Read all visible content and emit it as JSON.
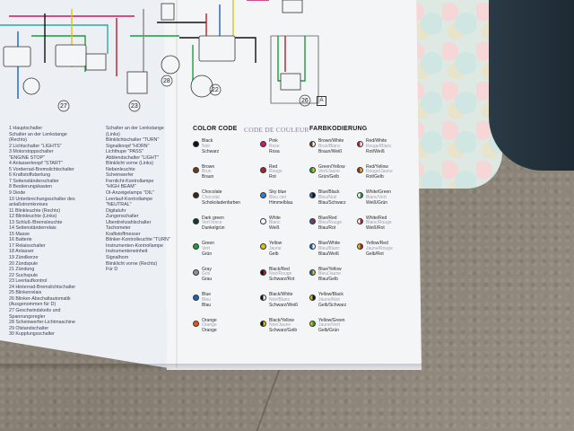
{
  "header": {
    "color_code_en": "COLOR CODE",
    "color_code_fr": "CODE DE COULEUR",
    "color_code_de": "FARBKODIERUNG"
  },
  "diagram_markers": {
    "box_a": "A"
  },
  "legend_left": [
    "1 Hauptschalter",
    "  Schalter an der Lenkstange",
    "  (Rechts)",
    "2 Lichtschalter \"LIGHTS\"",
    "3 Motorstoppschalter",
    "  \"ENGINE STOP\"",
    "4 Anlasserknopf \"START\"",
    "5 Vorderrad-Bremslichtschalter",
    "6 Kraftstoffuberlung",
    "7 Seitenständerschalter",
    "8 Bestierungskasten",
    "9 Diode",
    "10 Unterbrechungsschalter des",
    "   anlaßstromkreises",
    "11 Blinkleuchte (Rechts)",
    "12 Blinkleuchte (Links)",
    "13 Schluß-/Bremsleuchte",
    "14 Seitenständerrelais",
    "15 Masse",
    "16 Batterie",
    "17 Relaisschalter",
    "18 Anlasser",
    "19 Zündkerze",
    "20 Zündspule",
    "21 Zündung",
    "22 Suchspule",
    "23 Leerlaufkontrol",
    "24 Hinterrad-Bremslichtschalter",
    "25 Blinkerrelais",
    "26 Blinker-Abschaltautomatik",
    "   (Ausgenommen für D)",
    "27 Geschwindskeits und",
    "   Spannungsregler",
    "28 Scheinwerfer-Lichtmaschine",
    "29 Ölstandschalter",
    "30 Kupplungsschalter"
  ],
  "legend_right": [
    "Schalter an der Lenkstange",
    "(Links)",
    "Blinklichtschalter \"TURN\"",
    "Signalknopf \"HORN\"",
    "Lichthupe \"PASS\"",
    "Abblendschalter \"LIGHT\"",
    "Blinklicht vorne (Links)",
    "Nebenleuchte",
    "Scheinwerfer",
    "Fernlicht-Kontrollampe",
    "\"HIGH BEAM\"",
    "Öl-Anzeigelamps \"OIL\"",
    "Leerlauf-Kontrollampe",
    "\"NEUTRAL\"",
    "Digitaluhr",
    "Zungenschalter",
    "Überdrehzahlschalter",
    "Tachometer",
    "Kraftstoffmesser",
    "Blinker-Kontrolleuchte \"TURN\"",
    "Instrumenten-Kontrollampe",
    "Instrumenteneinheit",
    "Signalhorn",
    "Blinklicht vorne (Rechts)",
    "Für D"
  ],
  "color_codes": [
    {
      "en": "Black",
      "fr": "Noir",
      "de": "Schwarz",
      "c1": "#111111",
      "c2": "#111111"
    },
    {
      "en": "Brown",
      "fr": "Brun",
      "de": "Braun",
      "c1": "#6a3b22",
      "c2": "#6a3b22"
    },
    {
      "en": "Chocolate",
      "fr": "Chocolat",
      "de": "Schokoladenfarben",
      "c1": "#3d2417",
      "c2": "#3d2417"
    },
    {
      "en": "Dark green",
      "fr": "Vert fonce",
      "de": "Dunkelgrün",
      "c1": "#123d2b",
      "c2": "#123d2b"
    },
    {
      "en": "Green",
      "fr": "Vert",
      "de": "Grün",
      "c1": "#1d9c3c",
      "c2": "#1d9c3c"
    },
    {
      "en": "Gray",
      "fr": "Gris",
      "de": "Grau",
      "c1": "#8f9493",
      "c2": "#8f9493"
    },
    {
      "en": "Blue",
      "fr": "Bleu",
      "de": "Blau",
      "c1": "#1a64b4",
      "c2": "#1a64b4"
    },
    {
      "en": "Orange",
      "fr": "Orange",
      "de": "Orange",
      "c1": "#e2571d",
      "c2": "#e2571d"
    },
    {
      "en": "Pink",
      "fr": "Rose",
      "de": "Rosa",
      "c1": "#c81c6e",
      "c2": "#c81c6e"
    },
    {
      "en": "Red",
      "fr": "Rouge",
      "de": "Rot",
      "c1": "#b81e2a",
      "c2": "#b81e2a"
    },
    {
      "en": "Sky blue",
      "fr": "Bleu ciel",
      "de": "Himmelblau",
      "c1": "#2f7fd0",
      "c2": "#2f7fd0"
    },
    {
      "en": "White",
      "fr": "Blanc",
      "de": "Weiß",
      "c1": "#ffffff",
      "c2": "#ffffff"
    },
    {
      "en": "Yellow",
      "fr": "Jaune",
      "de": "Gelb",
      "c1": "#d8c21b",
      "c2": "#d8c21b"
    },
    {
      "en": "Black/Red",
      "fr": "Noir/Rouge",
      "de": "Schwarz/Rot",
      "c1": "#111111",
      "c2": "#b81e2a"
    },
    {
      "en": "Black/White",
      "fr": "Noir/Blanc",
      "de": "Schwarz/Weiß",
      "c1": "#111111",
      "c2": "#ffffff"
    },
    {
      "en": "Black/Yellow",
      "fr": "Noir/Jaune",
      "de": "Schwarz/Gelb",
      "c1": "#111111",
      "c2": "#d8c21b"
    },
    {
      "en": "Brown/White",
      "fr": "Brun/Blanc",
      "de": "Braun/Weiß",
      "c1": "#6a3b22",
      "c2": "#ffffff"
    },
    {
      "en": "Green/Yellow",
      "fr": "Vert/Jaune",
      "de": "Grün/Gelb",
      "c1": "#1d9c3c",
      "c2": "#d8c21b"
    },
    {
      "en": "Blue/Black",
      "fr": "Bleu/Noir",
      "de": "Blau/Schwarz",
      "c1": "#1a64b4",
      "c2": "#111111"
    },
    {
      "en": "Blue/Red",
      "fr": "Bleu/Rouge",
      "de": "Blau/Rot",
      "c1": "#1a64b4",
      "c2": "#b81e2a"
    },
    {
      "en": "Blue/White",
      "fr": "Bleu/Blanc",
      "de": "Blau/Weiß",
      "c1": "#1a64b4",
      "c2": "#ffffff"
    },
    {
      "en": "Blue/Yellow",
      "fr": "Bleu/Jaune",
      "de": "Blau/Gelb",
      "c1": "#1a64b4",
      "c2": "#d8c21b"
    },
    {
      "en": "Yellow/Black",
      "fr": "Jaune/Noir",
      "de": "Gelb/Schwarz",
      "c1": "#d8c21b",
      "c2": "#111111"
    },
    {
      "en": "Yellow/Green",
      "fr": "Jaune/Vert",
      "de": "Gelb/Grün",
      "c1": "#d8c21b",
      "c2": "#1d9c3c"
    },
    {
      "en": "Red/White",
      "fr": "Rouge/Blanc",
      "de": "Rot/Weiß",
      "c1": "#b81e2a",
      "c2": "#ffffff"
    },
    {
      "en": "Red/Yellow",
      "fr": "Rouge/Jaune",
      "de": "Rot/Gelb",
      "c1": "#b81e2a",
      "c2": "#d8c21b"
    },
    {
      "en": "White/Green",
      "fr": "Blanc/Vert",
      "de": "Weiß/Grün",
      "c1": "#ffffff",
      "c2": "#1d9c3c"
    },
    {
      "en": "White/Red",
      "fr": "Blanc/Rouge",
      "de": "Weiß/Rot",
      "c1": "#ffffff",
      "c2": "#b81e2a"
    },
    {
      "en": "Yellow/Red",
      "fr": "Jaune/Rouge",
      "de": "Gelb/Rot",
      "c1": "#d8c21b",
      "c2": "#b81e2a"
    }
  ],
  "diagram_numbers": [
    "27",
    "28",
    "22",
    "26",
    "23"
  ]
}
